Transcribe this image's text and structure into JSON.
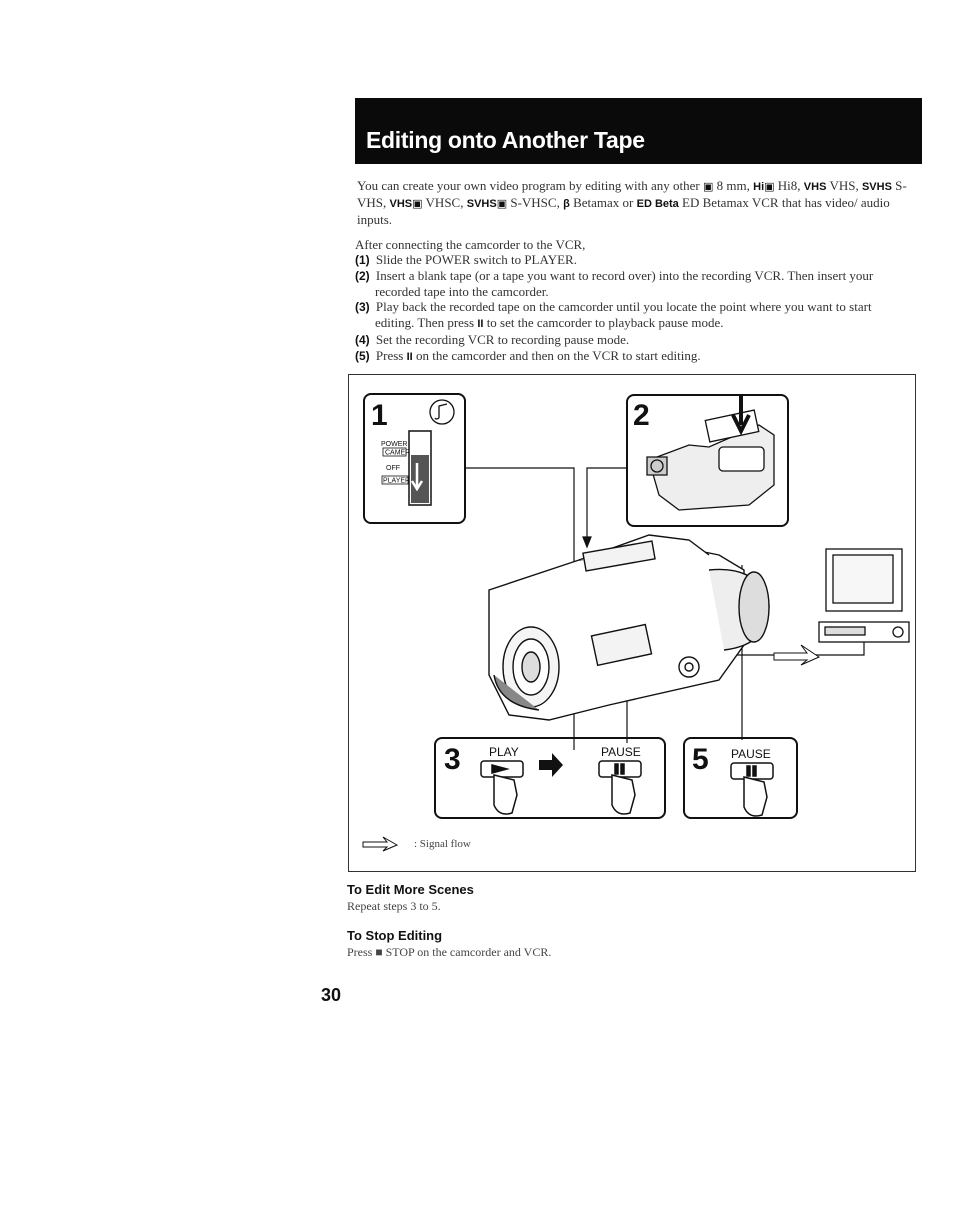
{
  "header": {
    "title": "Editing onto Another Tape"
  },
  "intro": {
    "t1": "You can create your own video program by editing with any other",
    "f1": "▣",
    "t2": "8 mm,",
    "f2": "Hi▣",
    "t3": "Hi8,",
    "f3": "VHS",
    "t4": "VHS,",
    "f4": "SVHS",
    "t5": "S-VHS,",
    "f5": "VHS▣",
    "t6": "VHSC,",
    "f6": "SVHS▣",
    "t7": "S-VHSC,",
    "f7": "β",
    "t8": "Betamax or",
    "f8": "ED Beta",
    "t9": "ED Betamax VCR that has video/ audio inputs."
  },
  "steps": {
    "lead": "After connecting the camcorder to the VCR,",
    "items": [
      {
        "num": "(1)",
        "a": "Slide the POWER switch to PLAYER.",
        "b": ""
      },
      {
        "num": "(2)",
        "a": "Insert a blank tape (or a tape you want to record over) into the recording VCR. Then insert your",
        "b": "recorded tape into the camcorder."
      },
      {
        "num": "(3)",
        "a": "Play back the recorded tape on the camcorder until you locate the point where you want to start",
        "b": "editing. Then press",
        "pause": "II",
        "c": "to set the camcorder to playback pause mode."
      },
      {
        "num": "(4)",
        "a": "Set the recording VCR to recording pause mode.",
        "b": ""
      },
      {
        "num": "(5)",
        "a": "Press",
        "pause": "II",
        "c": "on the camcorder and then on the VCR to start editing."
      }
    ]
  },
  "diagram": {
    "step1": "1",
    "step2": "2",
    "step3": "3",
    "step5": "5",
    "power_label": "POWER",
    "camera_label": "CAMERA",
    "off_label": "OFF",
    "player_label": "PLAYER",
    "play_label": "PLAY",
    "pause_label_3": "PAUSE",
    "pause_label_5": "PAUSE",
    "signal_flow": ": Signal flow"
  },
  "sections": [
    {
      "head": "To Edit More Scenes",
      "body": "Repeat steps 3 to 5."
    },
    {
      "head": "To Stop Editing",
      "body_a": "Press",
      "stop": "■",
      "body_b": "STOP on the camcorder and VCR."
    }
  ],
  "page_number": "30"
}
